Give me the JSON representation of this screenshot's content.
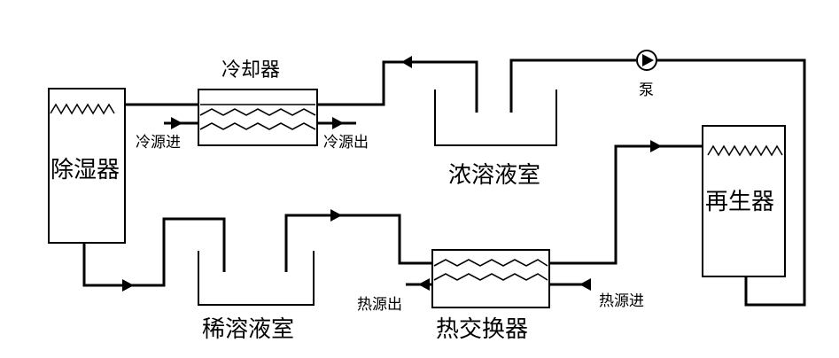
{
  "labels": {
    "dehumidifier": "除湿器",
    "cooler": "冷却器",
    "cold_in": "冷源进",
    "cold_out": "冷源出",
    "concentrated_tank": "浓溶液室",
    "pump": "泵",
    "regenerator": "再生器",
    "dilute_tank": "稀溶液室",
    "heat_exchanger": "热交换器",
    "heat_out": "热源出",
    "heat_in": "热源进"
  }
}
